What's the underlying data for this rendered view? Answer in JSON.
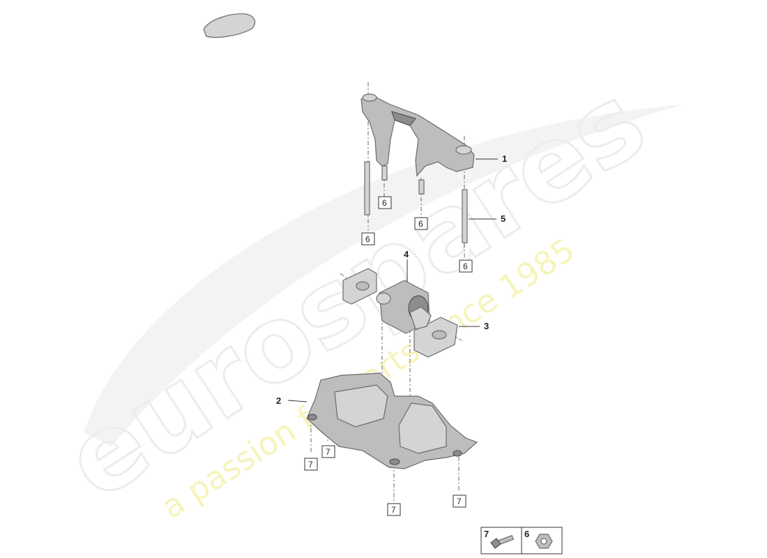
{
  "watermark": {
    "brand": "eurospares",
    "tagline": "a passion for parts since 1985"
  },
  "callouts": {
    "p1": "1",
    "p2": "2",
    "p3": "3",
    "p4": "4",
    "p5": "5"
  },
  "refs": {
    "bolt": "7",
    "nut": "6"
  },
  "legend": {
    "bolt_num": "7",
    "nut_num": "6"
  }
}
